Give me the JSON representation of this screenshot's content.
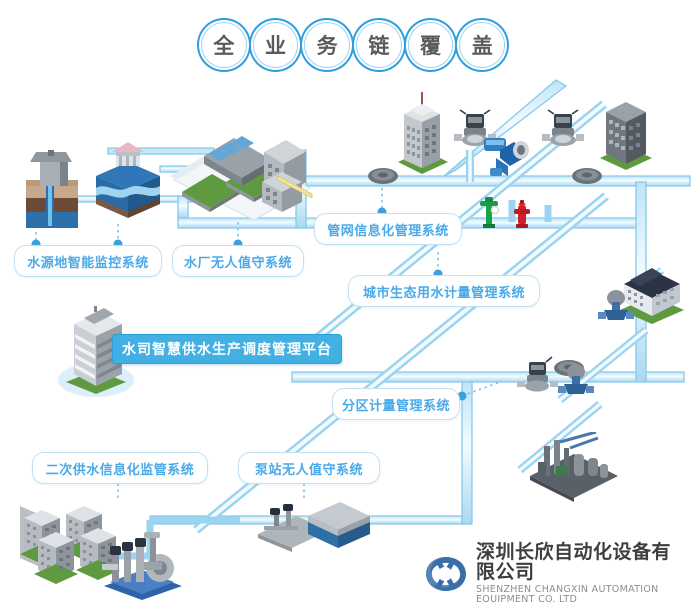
{
  "header": {
    "badges": [
      {
        "char": "全",
        "name": "badge-quan"
      },
      {
        "char": "业",
        "name": "badge-ye"
      },
      {
        "char": "务",
        "name": "badge-wu"
      },
      {
        "char": "链",
        "name": "badge-lian"
      },
      {
        "char": "覆",
        "name": "badge-fu"
      },
      {
        "char": "盖",
        "name": "badge-gai"
      }
    ],
    "title_full": "全业务链覆盖"
  },
  "platform": {
    "label": "水司智慧供水生产调度管理平台",
    "icon": "office-tower-icon"
  },
  "systems": [
    {
      "id": "water-source",
      "label": "水源地智能监控系统"
    },
    {
      "id": "water-plant",
      "label": "水厂无人值守系统"
    },
    {
      "id": "pipe-network",
      "label": "管网信息化管理系统"
    },
    {
      "id": "eco-metering",
      "label": "城市生态用水计量管理系统"
    },
    {
      "id": "dma-metering",
      "label": "分区计量管理系统"
    },
    {
      "id": "secondary-supply",
      "label": "二次供水信息化监管系统"
    },
    {
      "id": "pump-station",
      "label": "泵站无人值守系统"
    }
  ],
  "scene_icons": [
    {
      "id": "well-head",
      "name": "groundwater-well-icon"
    },
    {
      "id": "reservoir-intake",
      "name": "reservoir-intake-icon"
    },
    {
      "id": "treatment-plant",
      "name": "water-treatment-plant-icon"
    },
    {
      "id": "high-rise-left",
      "name": "high-rise-building-icon"
    },
    {
      "id": "high-rise-right",
      "name": "office-building-icon"
    },
    {
      "id": "smart-valve-1",
      "name": "smart-valve-icon"
    },
    {
      "id": "smart-valve-2",
      "name": "smart-valve-icon"
    },
    {
      "id": "smart-valve-3",
      "name": "smart-valve-icon"
    },
    {
      "id": "flow-meter",
      "name": "electromagnetic-flowmeter-icon"
    },
    {
      "id": "manhole-1",
      "name": "manhole-cover-icon"
    },
    {
      "id": "manhole-2",
      "name": "manhole-cover-icon"
    },
    {
      "id": "manhole-3",
      "name": "manhole-cover-icon"
    },
    {
      "id": "standpipe",
      "name": "green-standpipe-icon"
    },
    {
      "id": "fire-hydrant",
      "name": "fire-hydrant-icon"
    },
    {
      "id": "villa",
      "name": "residential-villa-icon"
    },
    {
      "id": "factory",
      "name": "industrial-factory-icon"
    },
    {
      "id": "residential-block",
      "name": "residential-buildings-icon"
    },
    {
      "id": "booster-pump",
      "name": "booster-pump-unit-icon"
    },
    {
      "id": "pump-house",
      "name": "pump-station-building-icon"
    },
    {
      "id": "pressure-valve-1",
      "name": "pressure-reducing-valve-icon"
    },
    {
      "id": "pressure-valve-2",
      "name": "pressure-reducing-valve-icon"
    }
  ],
  "footer": {
    "company_cn": "深圳长欣自动化设备有限公司",
    "company_en": "SHENZHEN CHANGXIN AUTOMATION EQUIPMENT CO. LTD",
    "logo": "changxin-logo-icon"
  },
  "colors": {
    "accent": "#42b0e3",
    "chip_text": "#4aa9e8",
    "chip_border": "#bfe2f6",
    "pipe_stroke": "#8ecdee",
    "pipe_fill": "#eaf6fd",
    "badge_ring": "#2f9fe0",
    "badge_char": "#5b5b5b",
    "hydrant_red": "#cf2027",
    "standpipe_green": "#19a34a",
    "logo_blue": "#3a6ea8",
    "footer_cn": "#3f3f3f",
    "footer_en": "#8d8d8d"
  }
}
